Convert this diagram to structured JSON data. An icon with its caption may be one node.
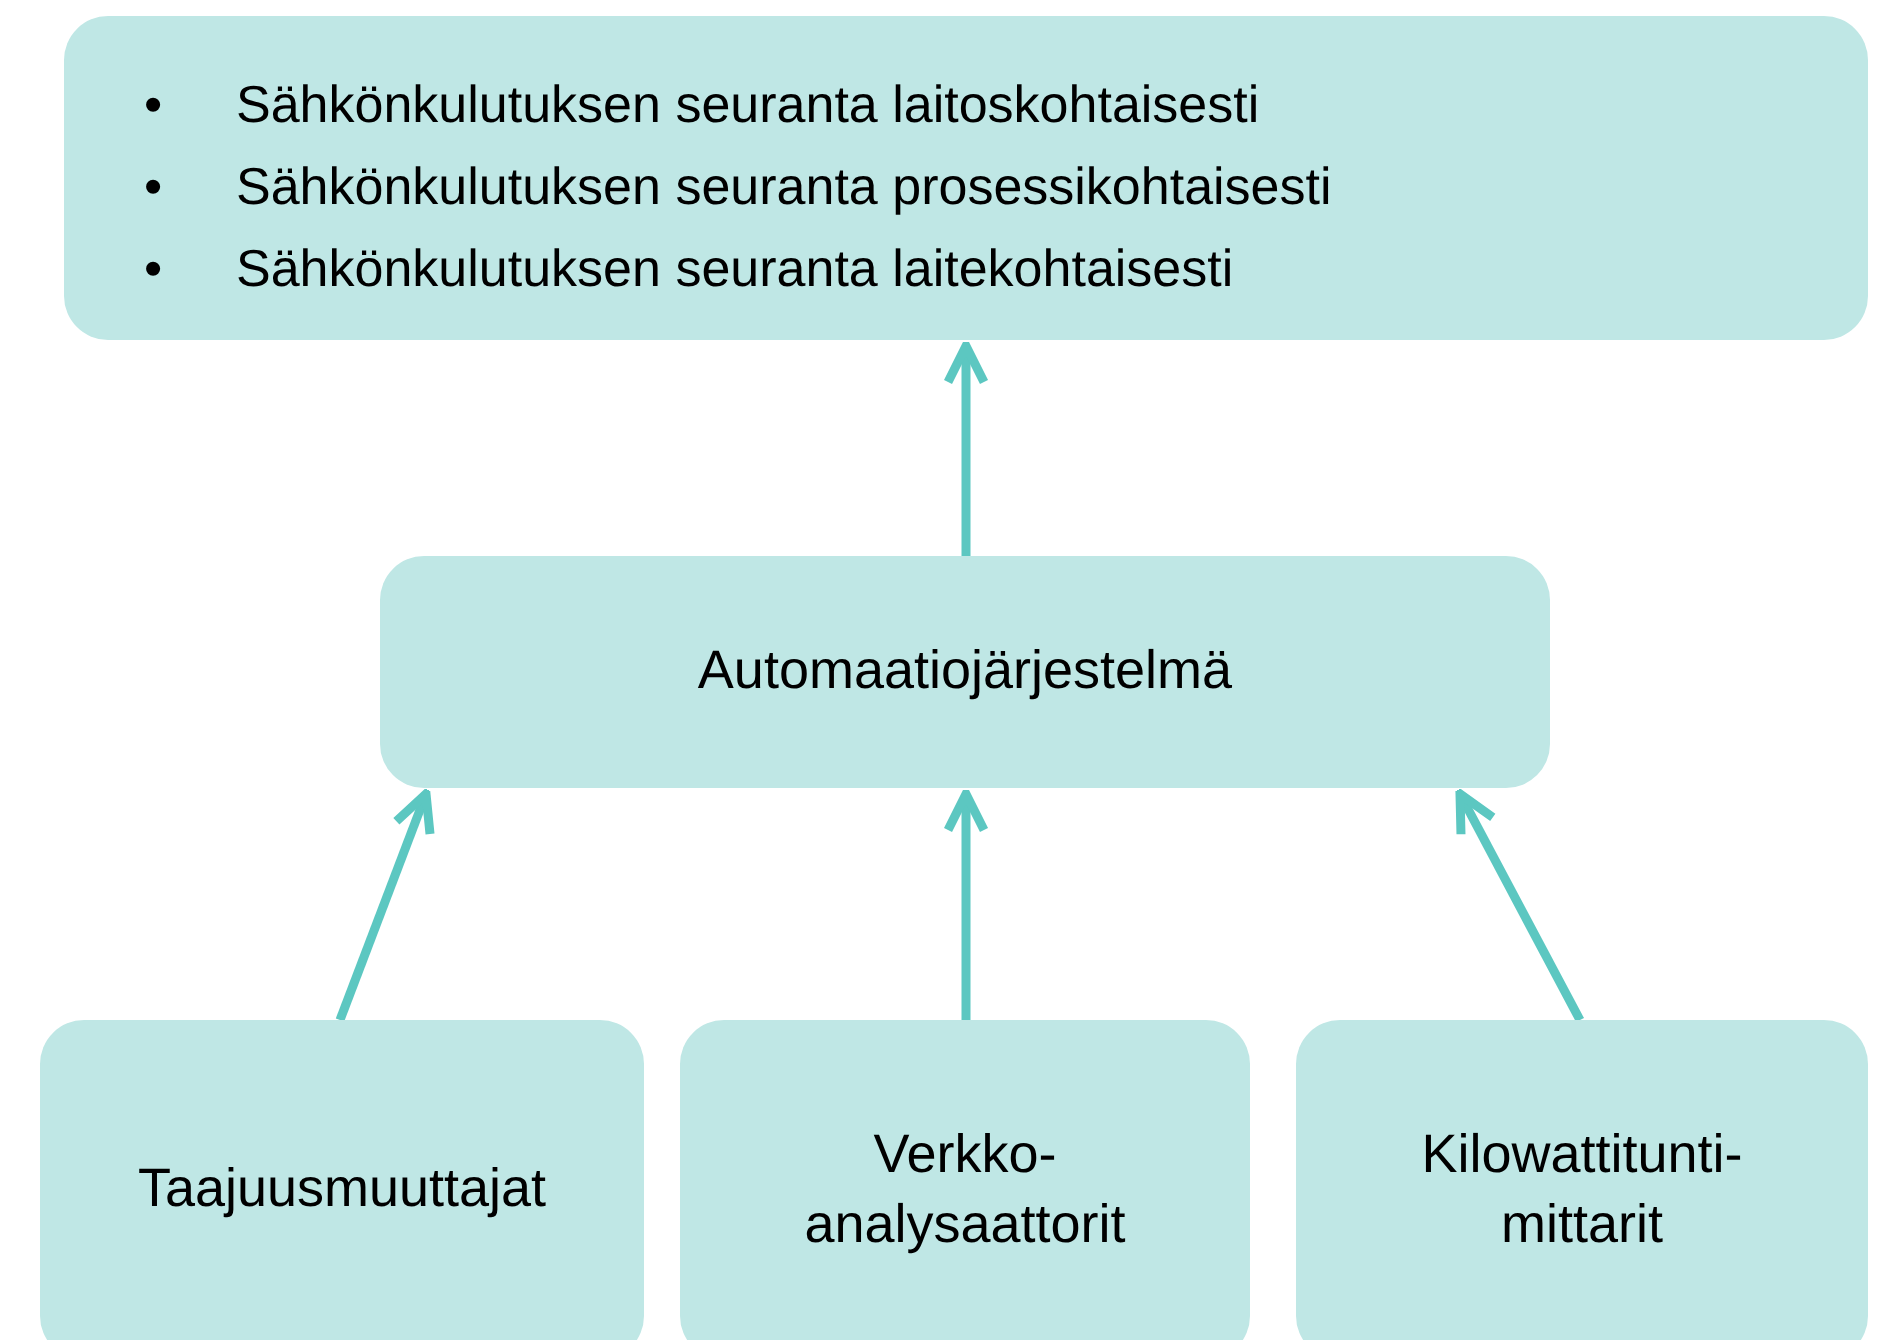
{
  "diagram": {
    "nodes": [
      {
        "text": [
          "Sähkönkulutuksen seuranta laitoskohtaisesti",
          "Sähkönkulutuksen seuranta prosessikohtaisesti",
          "Sähkönkulutuksen seuranta laitekohtaisesti"
        ]
      },
      {
        "text": [
          "Automaatiojärjestelmä"
        ]
      },
      {
        "text": [
          "Taajuusmuuttajat"
        ]
      },
      {
        "text": [
          "Verkko- analysaattorit"
        ]
      },
      {
        "text": [
          "Kilowattitunti- mittarit"
        ]
      }
    ],
    "edges": [
      {
        "from": 1,
        "to": 0,
        "arrow": "to"
      },
      {
        "from": 2,
        "to": 1,
        "arrow": "to"
      },
      {
        "from": 3,
        "to": 1,
        "arrow": "to"
      },
      {
        "from": 4,
        "to": 1,
        "arrow": "to"
      }
    ],
    "labels": [
      "•",
      "•",
      "•"
    ]
  }
}
